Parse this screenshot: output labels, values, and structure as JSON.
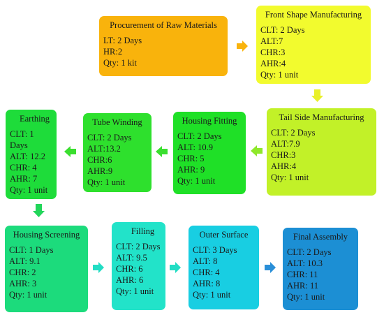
{
  "boxes": {
    "raw": {
      "title": "Procurement of Raw Materials",
      "lines": [
        "LT: 2 Days",
        "HR:2",
        "Qty: 1 kit"
      ]
    },
    "front": {
      "title": "Front Shape Manufacturing",
      "lines": [
        "CLT: 2 Days",
        "ALT:7",
        "CHR:3",
        "AHR:4",
        "Qty: 1 unit"
      ]
    },
    "tail": {
      "title": "Tail Side Manufacturing",
      "lines": [
        "CLT: 2 Days",
        "ALT:7.9",
        "CHR:3",
        "AHR:4",
        "Qty: 1 unit"
      ]
    },
    "housing": {
      "title": "Housing Fitting",
      "lines": [
        "CLT: 2 Days",
        "ALT: 10.9",
        "CHR: 5",
        "AHR: 9",
        "Qty: 1 unit"
      ]
    },
    "tube": {
      "title": "Tube Winding",
      "lines": [
        "CLT: 2 Days",
        "ALT:13.2",
        "CHR:6",
        "AHR:9",
        "Qty: 1 unit"
      ]
    },
    "earth": {
      "title": "Earthing",
      "lines": [
        "CLT: 1 Days",
        "ALT: 12.2",
        "CHR: 4",
        "AHR: 7",
        "Qty: 1 unit"
      ]
    },
    "screen": {
      "title": "Housing Screening",
      "lines": [
        "CLT: 1 Days",
        "ALT: 9.1",
        "CHR: 2",
        "AHR: 3",
        "Qty: 1 unit"
      ]
    },
    "fill": {
      "title": "Filling",
      "lines": [
        "CLT: 2 Days",
        "ALT: 9.5",
        "CHR: 6",
        "AHR: 6",
        "Qty: 1 unit"
      ]
    },
    "outer": {
      "title": "Outer Surface",
      "lines": [
        "CLT: 3 Days",
        "ALT: 8",
        "CHR: 4",
        "AHR: 8",
        "Qty: 1 unit"
      ]
    },
    "final": {
      "title": "Final Assembly",
      "lines": [
        "CLT: 2 Days",
        "ALT: 10.3",
        "CHR: 11",
        "AHR: 11",
        "Qty: 1 unit"
      ]
    }
  },
  "arrows": {
    "raw_to_front": "#F9B30C",
    "front_to_tail": "#E9F02A",
    "tail_to_housing": "#8EE82A",
    "housing_to_tube": "#3ADF2F",
    "tube_to_earth": "#3ADF2F",
    "earth_to_screen": "#22D65A",
    "screen_to_fill": "#22DDC4",
    "fill_to_outer": "#22DDC4",
    "outer_to_final": "#2A8FD8"
  }
}
